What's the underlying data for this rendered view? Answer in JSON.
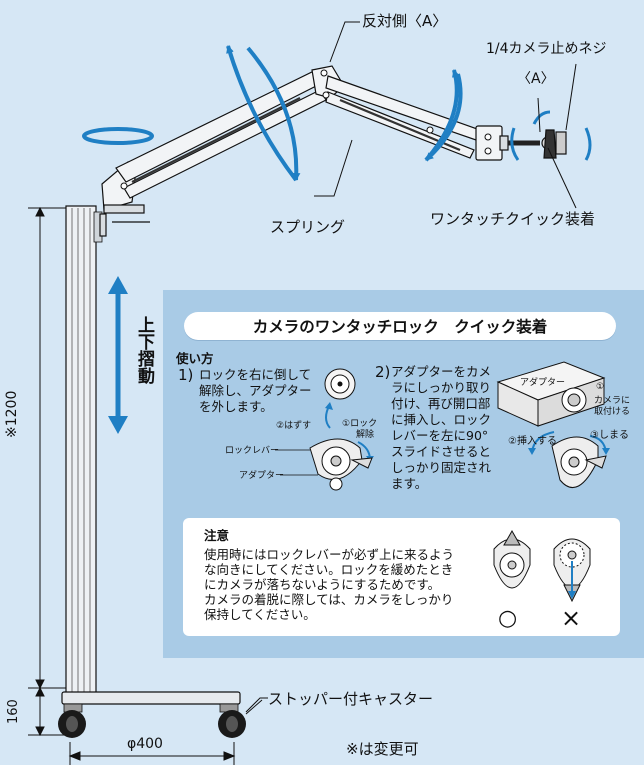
{
  "labels": {
    "opposite_side": "反対側〈A〉",
    "screw": "1/4カメラ止めネジ",
    "screw_a": "〈A〉",
    "spring": "スプリング",
    "one_touch": "ワンタッチクイック装着",
    "slide_vertical": "上下摺動",
    "height": "※1200",
    "base_height": "160",
    "diameter": "φ400",
    "caster": "ストッパー付キャスター",
    "changeable": "※は変更可"
  },
  "panel": {
    "title": "カメラのワンタッチロック　クイック装着",
    "usage_heading": "使い方",
    "step1_num": "1)",
    "step1_text": "ロックを右に倒して解除し、アダプターを外します。",
    "step2_num": "2)",
    "step2_text": "アダプターをカメラにしっかり取り付け、再び開口部に挿入し、ロックレバーを左に90°スライドさせるとしっかり固定されます。",
    "diag1": {
      "remove": "②はずす",
      "unlock_line1": "①ロック",
      "unlock_line2": "解除",
      "lock_lever": "ロックレバー",
      "adapter": "アダプター"
    },
    "diag2": {
      "adapter": "アダプター",
      "attach_line1": "①",
      "attach_line2": "カメラに",
      "attach_line3": "取付ける",
      "insert": "②挿入する",
      "close": "③しまる"
    },
    "caution": {
      "heading": "注意",
      "line1": "使用時にはロックレバーが必ず上に来るよう",
      "line2": "な向きにしてください。ロックを緩めたとき",
      "line3": "にカメラが落ちないようにするためです。",
      "line4": "カメラの着脱に際しては、カメラをしっかり",
      "line5": "保持してください。",
      "ok": "○",
      "ng": "×"
    }
  },
  "colors": {
    "background": "#d6e7f5",
    "panel": "#a9cbe6",
    "arrow_blue": "#1f7fc4",
    "metal": "#e9edf0",
    "dark": "#1a1a1a"
  }
}
